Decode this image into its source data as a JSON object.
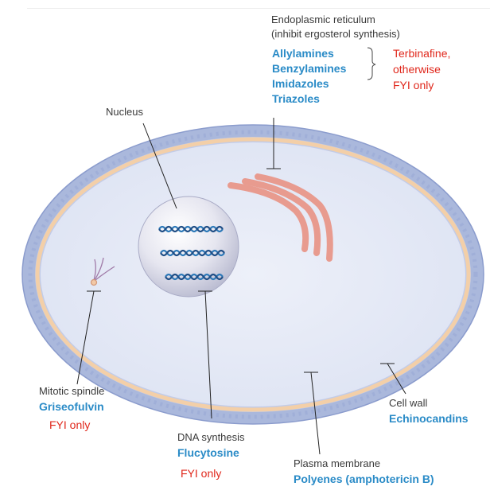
{
  "er": {
    "label": "Endoplasmic reticulum",
    "sublabel": "(inhibit ergosterol synthesis)",
    "drugs": [
      "Allylamines",
      "Benzylamines",
      "Imidazoles",
      "Triazoles"
    ],
    "note_lines": [
      "Terbinafine,",
      "otherwise",
      "FYI only"
    ]
  },
  "nucleus": {
    "label": "Nucleus"
  },
  "mitotic_spindle": {
    "label": "Mitotic spindle",
    "drug": "Griseofulvin",
    "note": "FYI only"
  },
  "dna_synthesis": {
    "label": "DNA synthesis",
    "drug": "Flucytosine",
    "note": "FYI only"
  },
  "plasma_membrane": {
    "label": "Plasma membrane",
    "drug": "Polyenes (amphotericin B)"
  },
  "cell_wall": {
    "label": "Cell wall",
    "drug": "Echinocandins"
  },
  "colors": {
    "drug_blue": "#2a8bc7",
    "note_red": "#e0281c",
    "label_gray": "#3a3a3a",
    "cell_wall": "#aab8dc",
    "cytoplasm": "#e3e8f5",
    "membrane": "#f3cfa8",
    "er": "#e89b8f"
  }
}
